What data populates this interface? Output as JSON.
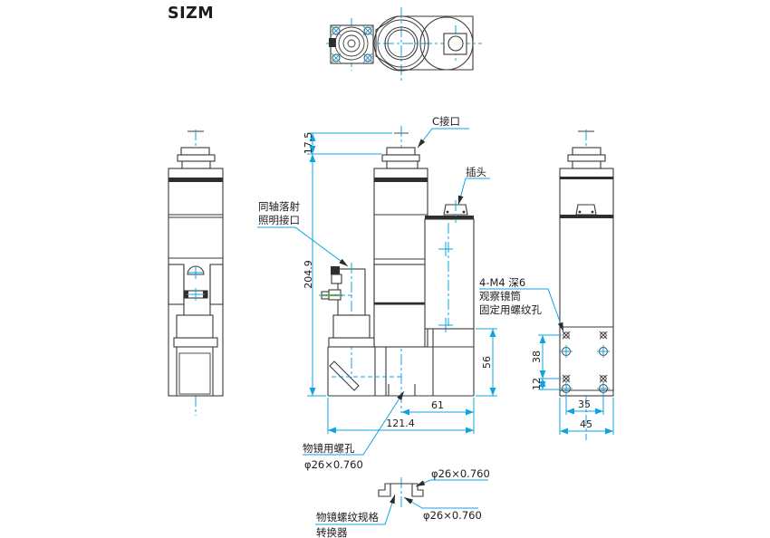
{
  "title": "SIZM",
  "colors": {
    "line": "#3a3a3a",
    "accent": "#10a3e0",
    "text": "#1c1c1c",
    "green": "#86a332"
  },
  "labels": {
    "c_mount": "C接口",
    "plug": "插头",
    "coaxial1": "同轴落射",
    "coaxial2": "照明接口",
    "m4_1": "4-M4 深6",
    "m4_2": "观察镜筒",
    "m4_3": "固定用螺纹孔",
    "objective1": "物镜用螺孔",
    "objective2": "φ26×0.760",
    "adapter1": "物镜螺纹规格",
    "adapter2": "转换器",
    "adapter_dia_top": "φ26×0.760",
    "adapter_dia_bottom": "φ26×0.760"
  },
  "dimensions": {
    "flange_focal": "17.5",
    "body_height": "204.9",
    "base_height": "56",
    "base_right_width": "61",
    "base_total_width": "121.4",
    "hole_pitch_v": "38",
    "hole_offset_bottom": "12",
    "hole_pitch_h": "35",
    "side_depth": "45"
  }
}
